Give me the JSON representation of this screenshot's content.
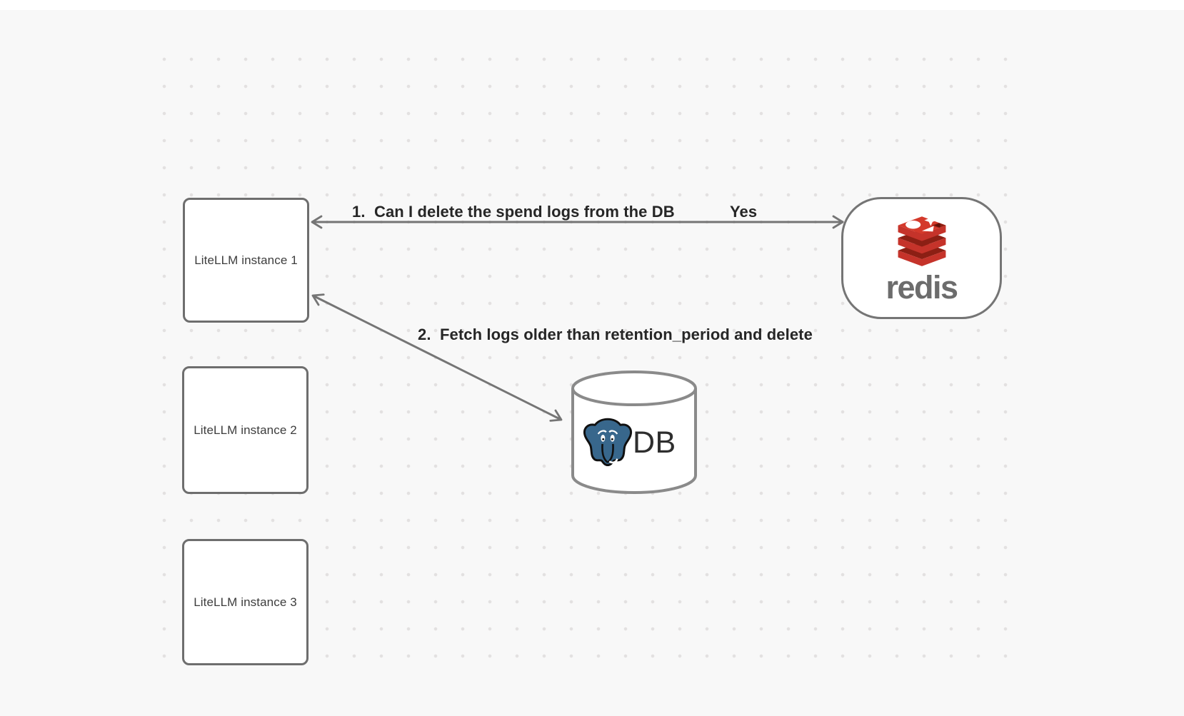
{
  "canvas": {
    "background_color": "#f8f8f8",
    "grid_dot_color": "#e3e1e1"
  },
  "nodes": {
    "instances": [
      {
        "label": "LiteLLM instance 1"
      },
      {
        "label": "LiteLLM instance 2"
      },
      {
        "label": "LiteLLM instance 3"
      }
    ],
    "redis": {
      "wordmark": "redis",
      "logo_red": "#c6302b",
      "logo_dark_red": "#8c1f14",
      "wordmark_color": "#6c6c6c"
    },
    "database": {
      "label": "DB",
      "postgres_blue": "#38678c"
    }
  },
  "edges": [
    {
      "label": "1.  Can I delete the spend logs from the DB",
      "response_label": "Yes",
      "from": "LiteLLM instance 1",
      "to": "redis",
      "style": "double-headed-arrow"
    },
    {
      "label": "2.  Fetch logs older than retention_period and delete",
      "from": "LiteLLM instance 1",
      "to": "DB",
      "style": "double-headed-arrow"
    }
  ],
  "colors": {
    "arrow": "#757575",
    "node_border": "#6e6e6e",
    "cylinder_border": "#8a8a8a",
    "edge_label_text": "#262626",
    "node_label_text": "#3d3d3d"
  }
}
